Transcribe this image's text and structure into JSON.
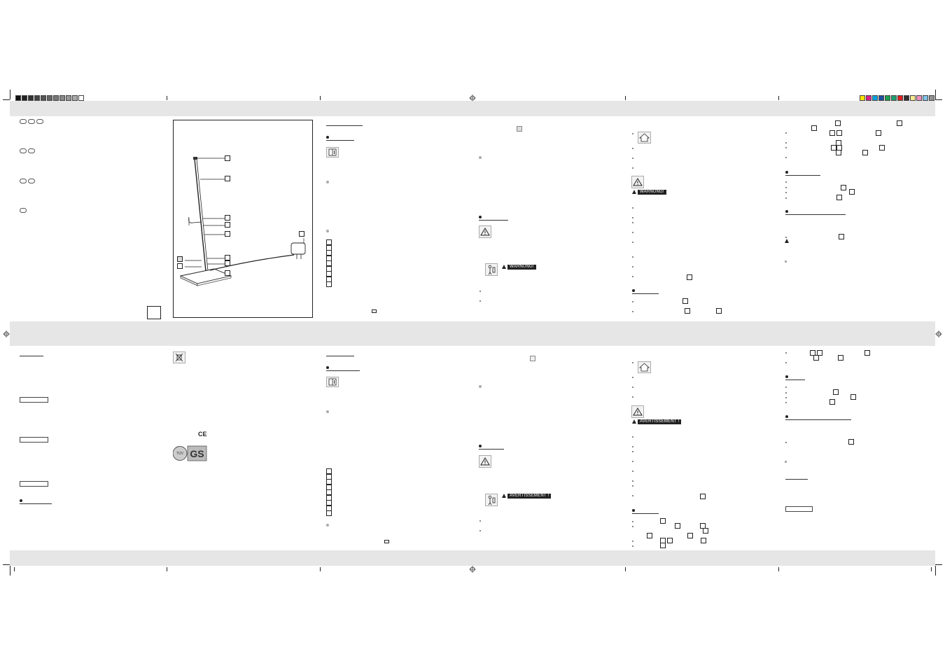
{
  "document": {
    "type": "print-layout manual sheet",
    "warning_label_de": "WARNUNG!",
    "warning_label_fr": "AVERTISSEMENT !",
    "ce_mark": "CE",
    "gs_mark": "GS",
    "tuv_mark": "TÜV"
  },
  "color_bar_left": [
    "#111111",
    "#222222",
    "#333333",
    "#444444",
    "#555555",
    "#666666",
    "#777777",
    "#888888",
    "#999999",
    "#aaaaaa",
    "#ffffff"
  ],
  "color_bar_right": [
    "#ffe000",
    "#e0208a",
    "#00a0e0",
    "#2050a0",
    "#20a050",
    "#20a070",
    "#e02020",
    "#303030",
    "#f8e890",
    "#f090c0",
    "#80c0e8",
    "#909090"
  ],
  "figure": {
    "callouts": [
      "",
      "",
      "",
      "",
      "",
      "",
      "",
      "",
      "",
      ""
    ]
  }
}
